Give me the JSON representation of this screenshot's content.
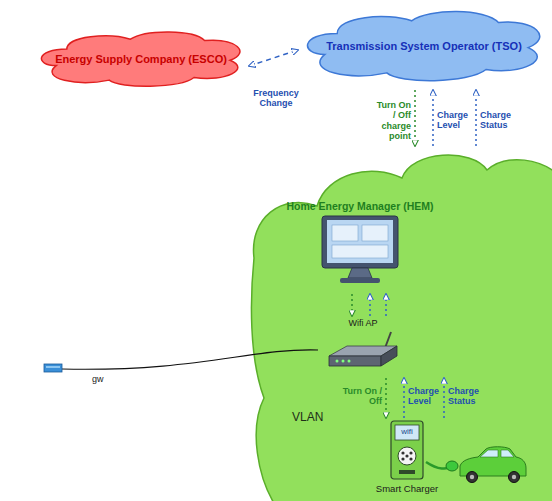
{
  "diagram": {
    "nodes": [
      {
        "text": [
          "Energy Supply Company (ESCO)"
        ]
      },
      {
        "text": [
          "Transmission System Operator (TSO)"
        ]
      },
      {
        "text": [
          "VLAN"
        ]
      },
      {
        "text": [
          "Home Energy Manager (HEM)"
        ],
        "in": 2
      },
      {
        "text": [
          "Wifi AP"
        ],
        "in": 2
      },
      {
        "text": [
          "wifi",
          "Smart Charger"
        ],
        "in": 2
      }
    ],
    "edges": [
      {
        "from": 0,
        "to": 1,
        "arrow": "both",
        "label": "Frequency Change"
      },
      {
        "from": 1,
        "to": 2,
        "arrow": "to",
        "label": "Turn On / Off charge point"
      },
      {
        "from": 2,
        "to": 1,
        "arrow": "to",
        "label": "Charge Level"
      },
      {
        "from": 2,
        "to": 1,
        "arrow": "to",
        "label": "Charge Status"
      },
      {
        "from": 3,
        "to": 4,
        "arrow": "to"
      },
      {
        "from": 4,
        "to": 3,
        "arrow": "to"
      },
      {
        "from": 4,
        "to": 3,
        "arrow": "to"
      },
      {
        "from": 4,
        "to": 5,
        "arrow": "to",
        "label": "Turn On / Off"
      },
      {
        "from": 5,
        "to": 4,
        "arrow": "to",
        "label": "Charge Level"
      },
      {
        "from": 5,
        "to": 4,
        "arrow": "to",
        "label": "Charge Status"
      }
    ],
    "labels": [
      "gw"
    ]
  }
}
